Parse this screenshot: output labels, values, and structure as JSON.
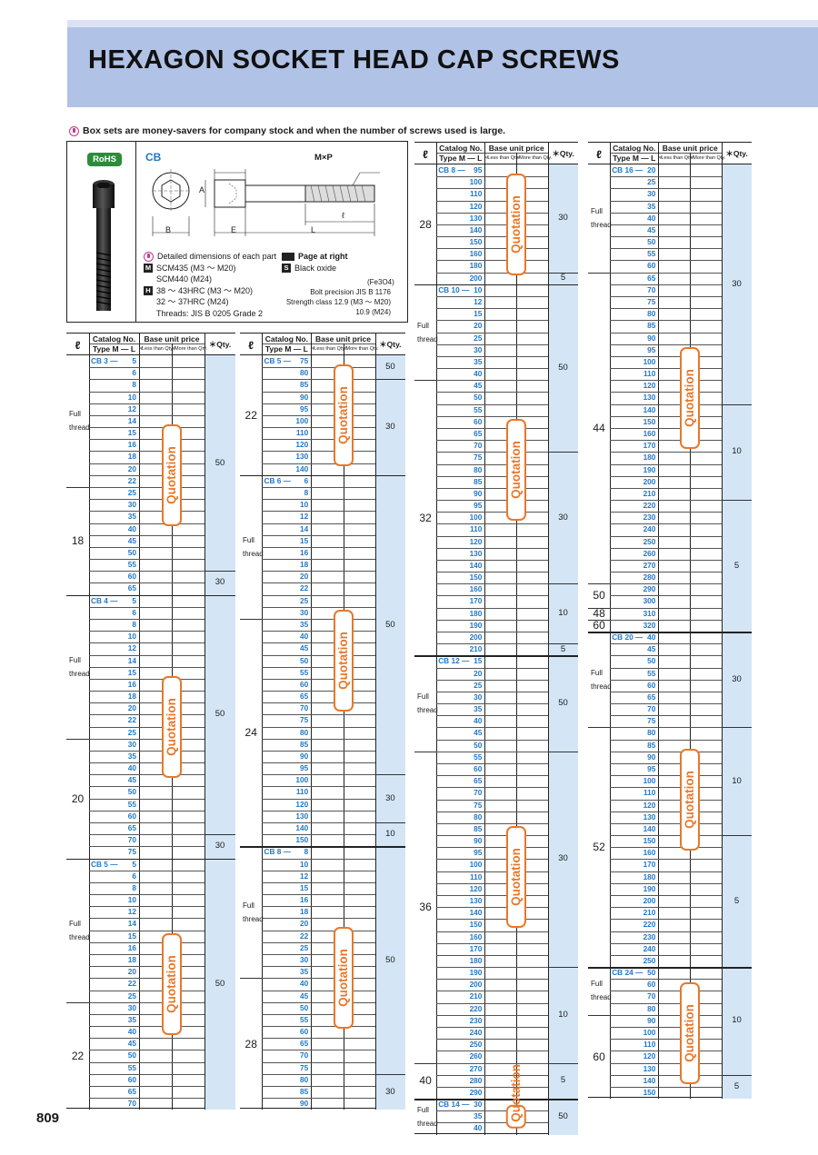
{
  "header": {
    "title": "HEXAGON SOCKET HEAD CAP SCREWS"
  },
  "note": "Box sets are money-savers for company stock and when the number of screws used is large.",
  "spec": {
    "rohs": "RoHS",
    "code": "CB",
    "thread_label": "M×P",
    "dim_labels": {
      "a": "A",
      "b": "B",
      "e": "E",
      "l": "L",
      "ell": "ℓ"
    },
    "detail_note": "Detailed dimensions of each part",
    "page_right": "Page at right",
    "material_m": "SCM435 (M3 ～ M20)",
    "material_m2": "SCM440 (M24)",
    "hardness_1": "38 ～ 43HRC (M3 ～ M20)",
    "hardness_2": "32 ～ 37HRC (M24)",
    "threads": "Threads: JIS B 0205 Grade 2",
    "surface": "Black oxide",
    "fe": "(Fe3O4)",
    "bolt_1": "Bolt precision JIS B 1176",
    "bolt_2": "Strength class 12.9 (M3 ～ M20)",
    "bolt_3": "10.9 (M24)",
    "m_badge": "M",
    "h_badge": "H",
    "s_badge": "S"
  },
  "table_header": {
    "ell": "ℓ",
    "catalog": "Catalog No.",
    "type": "Type  M — L",
    "price": "Base unit price",
    "less": "≉Less than Qty.",
    "more": "≉More than Qty.",
    "qty": "＊Qty."
  },
  "quotation_label": "Quotation",
  "full_thread": [
    "Full",
    "thread"
  ],
  "tables": [
    {
      "groups": [
        {
          "code": "CB 3 — ",
          "rows": [
            "5",
            "6",
            "8",
            "10",
            "12",
            "14",
            "15",
            "16",
            "18",
            "20",
            "22",
            "25",
            "30",
            "35",
            "40",
            "45",
            "50",
            "55",
            "60",
            "65"
          ],
          "ells": [
            {
              "text": "Full thread",
              "rows": 11
            },
            {
              "text": "18",
              "rows": 9
            }
          ],
          "qtys": [
            {
              "text": "50",
              "rows": 18
            },
            {
              "text": "30",
              "rows": 2
            }
          ]
        },
        {
          "code": "CB 4 — ",
          "rows": [
            "5",
            "6",
            "8",
            "10",
            "12",
            "14",
            "15",
            "16",
            "18",
            "20",
            "22",
            "25",
            "30",
            "35",
            "40",
            "45",
            "50",
            "55",
            "60",
            "65",
            "70",
            "75"
          ],
          "ells": [
            {
              "text": "Full thread",
              "rows": 12
            },
            {
              "text": "20",
              "rows": 10
            }
          ],
          "qtys": [
            {
              "text": "50",
              "rows": 20
            },
            {
              "text": "30",
              "rows": 2
            }
          ]
        },
        {
          "code": "CB 5 — ",
          "rows": [
            "5",
            "6",
            "8",
            "10",
            "12",
            "14",
            "15",
            "16",
            "18",
            "20",
            "22",
            "25",
            "30",
            "35",
            "40",
            "45",
            "50",
            "55",
            "60",
            "65",
            "70"
          ],
          "ells": [
            {
              "text": "Full thread",
              "rows": 12
            },
            {
              "text": "22",
              "rows": 9
            }
          ],
          "qtys": [
            {
              "text": "50",
              "rows": 21
            }
          ]
        }
      ]
    },
    {
      "groups": [
        {
          "code": "CB 5 — ",
          "rows": [
            "75",
            "80",
            "85",
            "90",
            "95",
            "100",
            "110",
            "120",
            "130",
            "140"
          ],
          "ells": [
            {
              "text": "22",
              "rows": 10
            }
          ],
          "qtys": [
            {
              "text": "50",
              "rows": 2
            },
            {
              "text": "30",
              "rows": 8
            }
          ]
        },
        {
          "code": "CB 6 — ",
          "rows": [
            "6",
            "8",
            "10",
            "12",
            "14",
            "15",
            "16",
            "18",
            "20",
            "22",
            "25",
            "30",
            "35",
            "40",
            "45",
            "50",
            "55",
            "60",
            "65",
            "70",
            "75",
            "80",
            "85",
            "90",
            "95",
            "100",
            "110",
            "120",
            "130",
            "140",
            "150"
          ],
          "ells": [
            {
              "text": "Full thread",
              "rows": 12
            },
            {
              "text": "24",
              "rows": 19
            }
          ],
          "qtys": [
            {
              "text": "50",
              "rows": 25
            },
            {
              "text": "30",
              "rows": 4
            },
            {
              "text": "10",
              "rows": 2
            }
          ]
        },
        {
          "code": "CB 8 — ",
          "rows": [
            "8",
            "10",
            "12",
            "15",
            "16",
            "18",
            "20",
            "22",
            "25",
            "30",
            "35",
            "40",
            "45",
            "50",
            "55",
            "60",
            "65",
            "70",
            "75",
            "80",
            "85",
            "90"
          ],
          "ells": [
            {
              "text": "Full thread",
              "rows": 11
            },
            {
              "text": "28",
              "rows": 11
            }
          ],
          "qtys": [
            {
              "text": "50",
              "rows": 19
            },
            {
              "text": "30",
              "rows": 3
            }
          ]
        }
      ]
    },
    {
      "groups": [
        {
          "code": "CB 8 — ",
          "rows": [
            "95",
            "100",
            "110",
            "120",
            "130",
            "140",
            "150",
            "160",
            "180",
            "200"
          ],
          "ells": [
            {
              "text": "28",
              "rows": 10
            }
          ],
          "qtys": [
            {
              "text": "30",
              "rows": 9
            },
            {
              "text": "5",
              "rows": 1
            }
          ]
        },
        {
          "code": "CB 10 — ",
          "rows": [
            "10",
            "12",
            "15",
            "20",
            "25",
            "30",
            "35",
            "40",
            "45",
            "50",
            "55",
            "60",
            "65",
            "70",
            "75",
            "80",
            "85",
            "90",
            "95",
            "100",
            "110",
            "120",
            "130",
            "140",
            "150",
            "160",
            "170",
            "180",
            "190",
            "200",
            "210"
          ],
          "ells": [
            {
              "text": "Full thread",
              "rows": 8
            },
            {
              "text": "32",
              "rows": 23
            }
          ],
          "qtys": [
            {
              "text": "50",
              "rows": 14
            },
            {
              "text": "30",
              "rows": 11
            },
            {
              "text": "10",
              "rows": 5
            },
            {
              "text": "5",
              "rows": 1
            }
          ]
        },
        {
          "code": "CB 12 — ",
          "rows": [
            "15",
            "20",
            "25",
            "30",
            "35",
            "40",
            "45",
            "50",
            "55",
            "60",
            "65",
            "70",
            "75",
            "80",
            "85",
            "90",
            "95",
            "100",
            "110",
            "120",
            "130",
            "140",
            "150",
            "160",
            "170",
            "180",
            "190",
            "200",
            "210",
            "220",
            "230",
            "240",
            "250",
            "260",
            "270",
            "280",
            "290"
          ],
          "ells": [
            {
              "text": "Full thread",
              "rows": 8
            },
            {
              "text": "36",
              "rows": 26
            },
            {
              "text": "40",
              "rows": 3
            }
          ],
          "qtys": [
            {
              "text": "50",
              "rows": 8
            },
            {
              "text": "30",
              "rows": 18
            },
            {
              "text": "10",
              "rows": 8
            },
            {
              "text": "5",
              "rows": 3
            }
          ]
        },
        {
          "code": "CB 14 — ",
          "rows": [
            "30",
            "35",
            "40"
          ],
          "ells": [
            {
              "text": "Full thread",
              "rows": 3
            }
          ],
          "qtys": [
            {
              "text": "50",
              "rows": 3
            }
          ]
        }
      ]
    },
    {
      "groups": [
        {
          "code": "CB 16 — ",
          "rows": [
            "20",
            "25",
            "30",
            "35",
            "40",
            "45",
            "50",
            "55",
            "60",
            "65",
            "70",
            "75",
            "80",
            "85",
            "90",
            "95",
            "100",
            "110",
            "120",
            "130",
            "140",
            "150",
            "160",
            "170",
            "180",
            "190",
            "200",
            "210",
            "220",
            "230",
            "240",
            "250",
            "260",
            "270",
            "280",
            "290",
            "300",
            "310",
            "320"
          ],
          "ells": [
            {
              "text": "Full thread",
              "rows": 9
            },
            {
              "text": "44",
              "rows": 26
            },
            {
              "text": "50",
              "rows": 2
            },
            {
              "text": "48",
              "rows": 1
            },
            {
              "text": "60",
              "rows": 1
            }
          ],
          "qtys": [
            {
              "text": "30",
              "rows": 20
            },
            {
              "text": "10",
              "rows": 8
            },
            {
              "text": "5",
              "rows": 11
            }
          ]
        },
        {
          "code": "CB 20 — ",
          "rows": [
            "40",
            "45",
            "50",
            "55",
            "60",
            "65",
            "70",
            "75",
            "80",
            "85",
            "90",
            "95",
            "100",
            "110",
            "120",
            "130",
            "140",
            "150",
            "160",
            "170",
            "180",
            "190",
            "200",
            "210",
            "220",
            "230",
            "240",
            "250"
          ],
          "ells": [
            {
              "text": "Full thread",
              "rows": 8
            },
            {
              "text": "52",
              "rows": 20
            }
          ],
          "qtys": [
            {
              "text": "30",
              "rows": 8
            },
            {
              "text": "10",
              "rows": 9
            },
            {
              "text": "5",
              "rows": 11
            }
          ]
        },
        {
          "code": "CB 24 — ",
          "rows": [
            "50",
            "60",
            "70",
            "80",
            "90",
            "100",
            "110",
            "120",
            "130",
            "140",
            "150"
          ],
          "ells": [
            {
              "text": "Full thread",
              "rows": 4
            },
            {
              "text": "60",
              "rows": 7
            }
          ],
          "qtys": [
            {
              "text": "10",
              "rows": 9
            },
            {
              "text": "5",
              "rows": 2
            }
          ]
        }
      ]
    }
  ],
  "page_number": "809"
}
